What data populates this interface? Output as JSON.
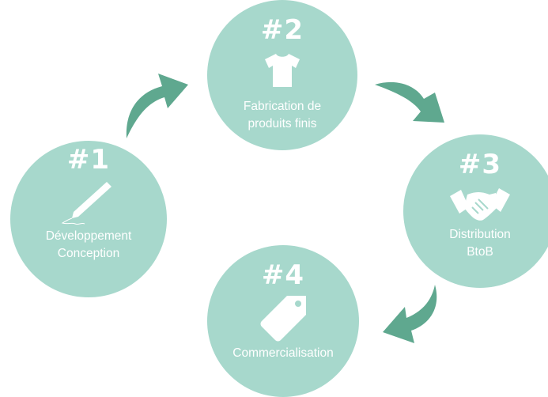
{
  "colors": {
    "circle": "#a7d8cc",
    "arrow": "#5fa88f",
    "text": "#ffffff"
  },
  "steps": [
    {
      "number": "#1",
      "label_lines": [
        "Développement",
        "Conception"
      ],
      "icon": "pencil-icon"
    },
    {
      "number": "#2",
      "label_lines": [
        "Fabrication de",
        "produits finis"
      ],
      "icon": "tshirt-icon"
    },
    {
      "number": "#3",
      "label_lines": [
        "Distribution",
        "BtoB"
      ],
      "icon": "handshake-icon"
    },
    {
      "number": "#4",
      "label_lines": [
        "Commercialisation"
      ],
      "icon": "price-tag-icon"
    }
  ],
  "flow": [
    "#1",
    "#2",
    "#3",
    "#4"
  ]
}
